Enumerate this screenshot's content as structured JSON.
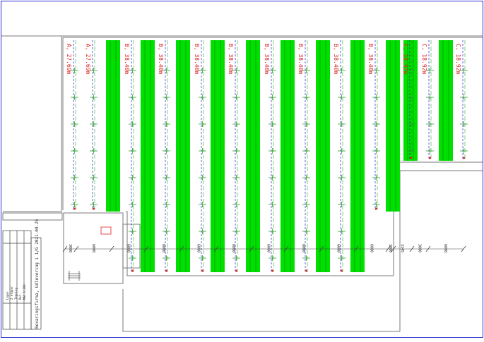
{
  "drawing": {
    "rack_labels": [
      "A, 27.69m",
      "A, 27.69m",
      "B, 38.40m",
      "B, 38.40m",
      "B, 38.40m",
      "B, 38.40m",
      "B, 38.40m",
      "B, 38.40m",
      "B, 38.40m",
      "B, 38.40m",
      "C, 18.92m",
      "C, 18.92m",
      "C, 18.92m"
    ],
    "dimensions": [
      "3000",
      "6000",
      "6000",
      "6000",
      "6000",
      "6000",
      "6000",
      "6000",
      "6000",
      "6000",
      "3000",
      "3145",
      "3000",
      "6000"
    ],
    "title_block": {
      "title": "Bevaringsfirma, Udlevering i 1/G 2021-09-25",
      "lines": [
        "Lager",
        "2 etager",
        "Tegning",
        "Ref.",
        "Mål 1:200"
      ]
    }
  },
  "colors": {
    "frame": "#2b2bd0",
    "wall": "#7a7a7a",
    "rack": "#0000cc",
    "aisle_fill": "#00e000",
    "aisle_dark": "#00a000",
    "label": "#e02020",
    "dimension": "#404040"
  }
}
